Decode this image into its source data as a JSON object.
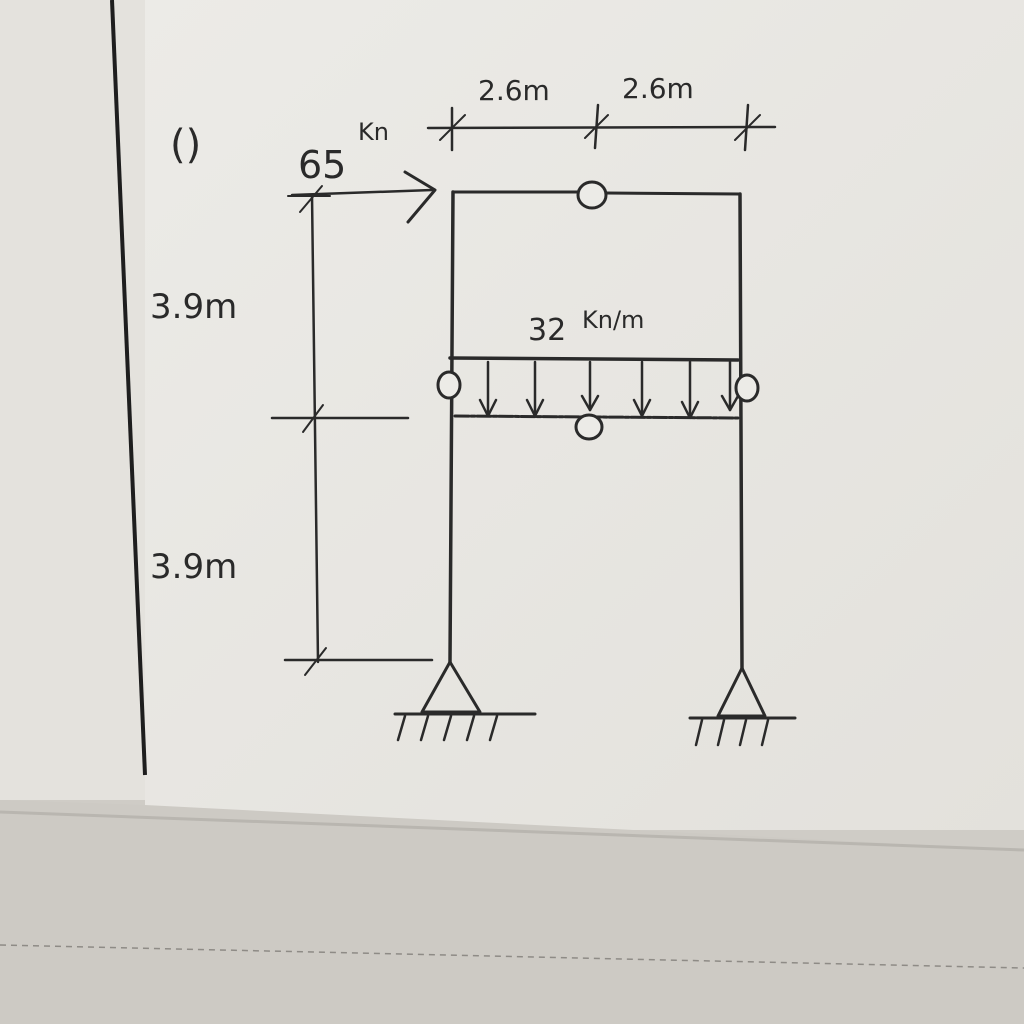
{
  "problem_label": "()",
  "point_load": {
    "value": "65",
    "unit": "Kn"
  },
  "span_labels": [
    "2.6m",
    "2.6m"
  ],
  "height_labels": [
    "3.9m",
    "3.9m"
  ],
  "distributed_load": {
    "value": "32",
    "unit": "Kn/m"
  },
  "colors": {
    "ink": "#2a2a2a",
    "paper": "#e9e7e2",
    "shadow": "#cfccc6"
  }
}
